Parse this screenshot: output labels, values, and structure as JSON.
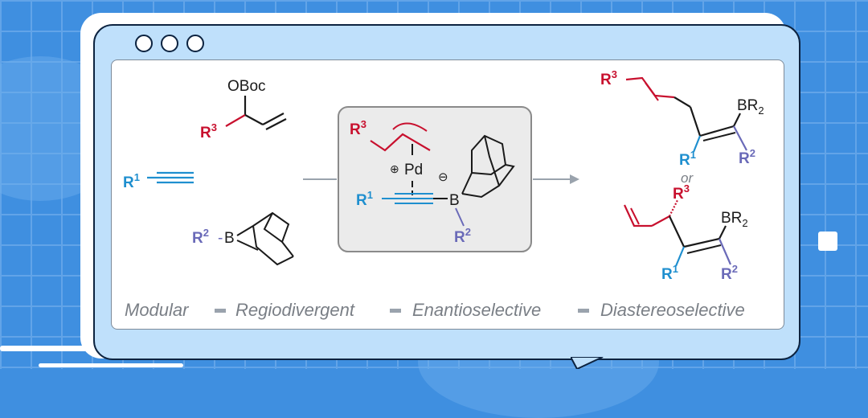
{
  "window": {
    "controls": [
      "close",
      "minimize",
      "maximize"
    ]
  },
  "reactants": {
    "allylic_carbonate": {
      "leaving_group": "OBoc",
      "substituent": "R",
      "substituent_sup": "3"
    },
    "alkyne": {
      "substituent": "R",
      "substituent_sup": "1"
    },
    "borane": {
      "substituent": "R",
      "substituent_sup": "2",
      "prefix_dash": "-",
      "boron": "B"
    }
  },
  "intermediate": {
    "allyl_r": "R",
    "allyl_r_sup": "3",
    "metal_charge": "⊕",
    "metal": "Pd",
    "boron_charge": "⊖",
    "boron": "B",
    "alkyne_r": "R",
    "alkyne_r_sup": "1",
    "boron_r": "R",
    "boron_r_sup": "2"
  },
  "products": {
    "top": {
      "r3": "R",
      "r3_sup": "3",
      "boryl": "BR",
      "boryl_sub": "2",
      "r1": "R",
      "r1_sup": "1",
      "r2": "R",
      "r2_sup": "2"
    },
    "connector": "or",
    "bottom": {
      "r3": "R",
      "r3_sup": "3",
      "boryl": "BR",
      "boryl_sub": "2",
      "r1": "R",
      "r1_sup": "1",
      "r2": "R",
      "r2_sup": "2"
    }
  },
  "tagline": {
    "words": [
      "Modular",
      "Regiodivergent",
      "Enantioselective",
      "Diastereoselective"
    ]
  },
  "colors": {
    "r1": "#1f8fcf",
    "r2": "#6a6ab8",
    "r3": "#c8102e",
    "black": "#1a1a1a",
    "arrow": "#9aa3ad",
    "tagline": "#7a7f86",
    "box_fill": "#ebebeb",
    "box_stroke": "#8a8a8a"
  }
}
